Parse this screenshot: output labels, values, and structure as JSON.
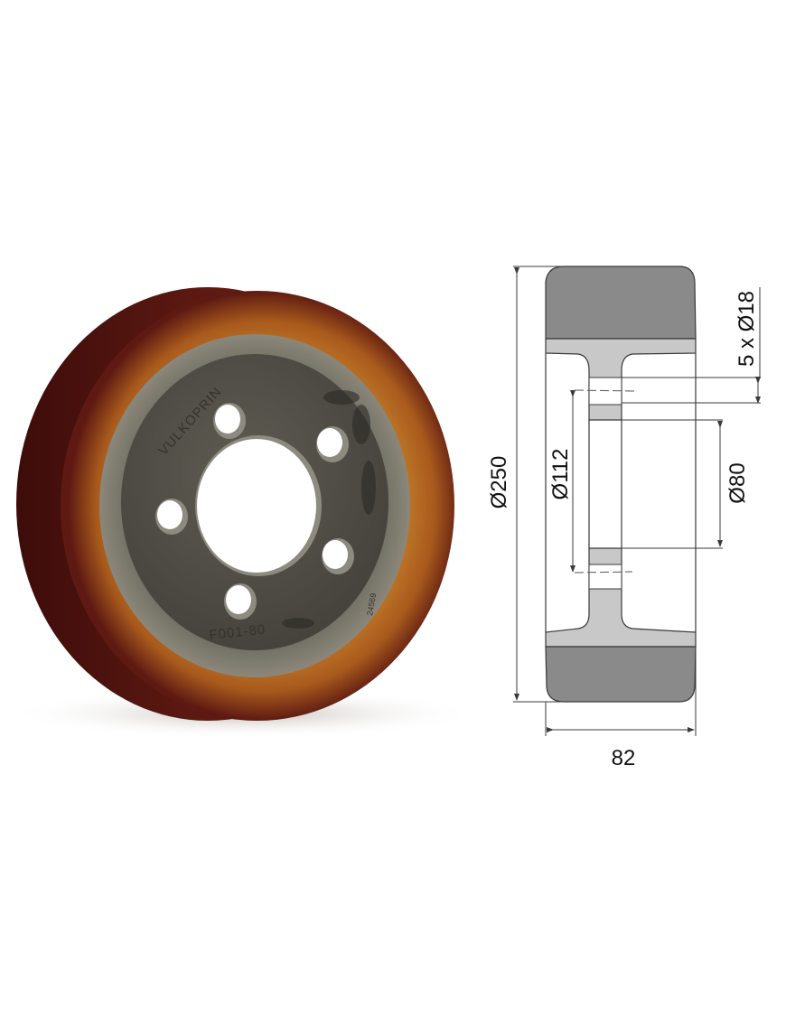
{
  "product": {
    "name": "Drive wheel (polyurethane tread on cast iron hub)",
    "photo": {
      "hub_marking_brand": "VULKOPRIN",
      "hub_marking_part": "F001-80",
      "hub_marking_serial": "24569",
      "bolt_hole_count": 5
    }
  },
  "drawing": {
    "view": "cross-section",
    "dimensions": {
      "outer_diameter": "Ø250",
      "bolt_circle_diameter": "Ø112",
      "bore_diameter": "Ø80",
      "bolt_holes": "5 x Ø18",
      "width": "82"
    },
    "units": "mm",
    "colors": {
      "tread_fill": "#8a8a8a",
      "hub_fill": "#c8c8c8",
      "line": "#3a3a3a"
    }
  },
  "colors": {
    "tread_dark": "#5e1a12",
    "tread_light": "#b46a22",
    "hub_metal": "#6f6c62",
    "hub_face": "#55534b"
  }
}
